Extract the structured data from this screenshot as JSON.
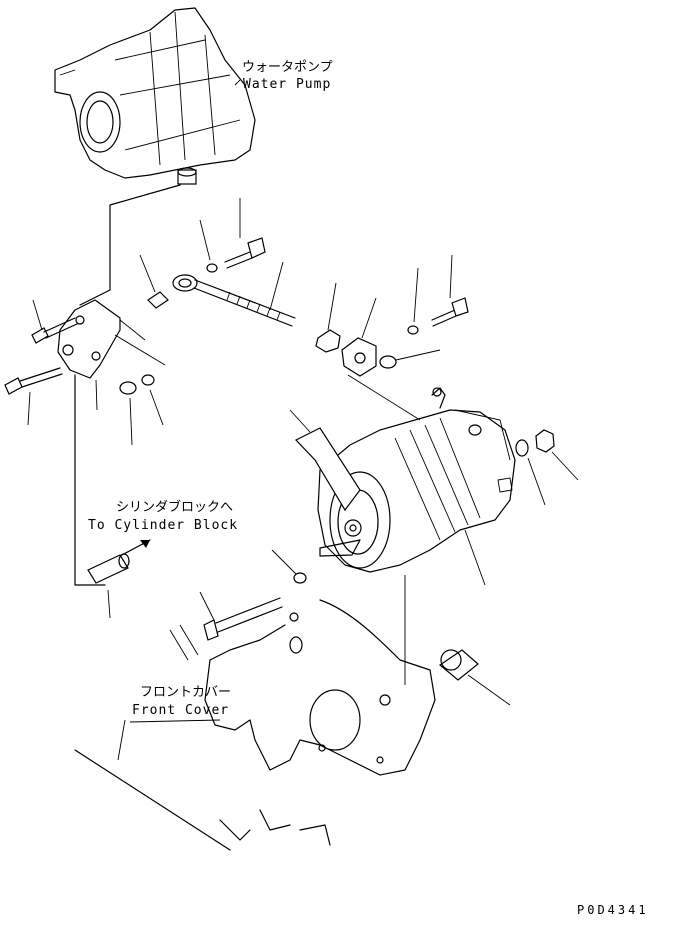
{
  "labels": {
    "water_pump_jp": "ウォータポンプ",
    "water_pump_en": "Water Pump",
    "cylinder_block_jp": "シリンダブロックへ",
    "cylinder_block_en": "To Cylinder Block",
    "front_cover_jp": "フロントカバー",
    "front_cover_en": "Front Cover"
  },
  "figure_code": "P0D4341"
}
